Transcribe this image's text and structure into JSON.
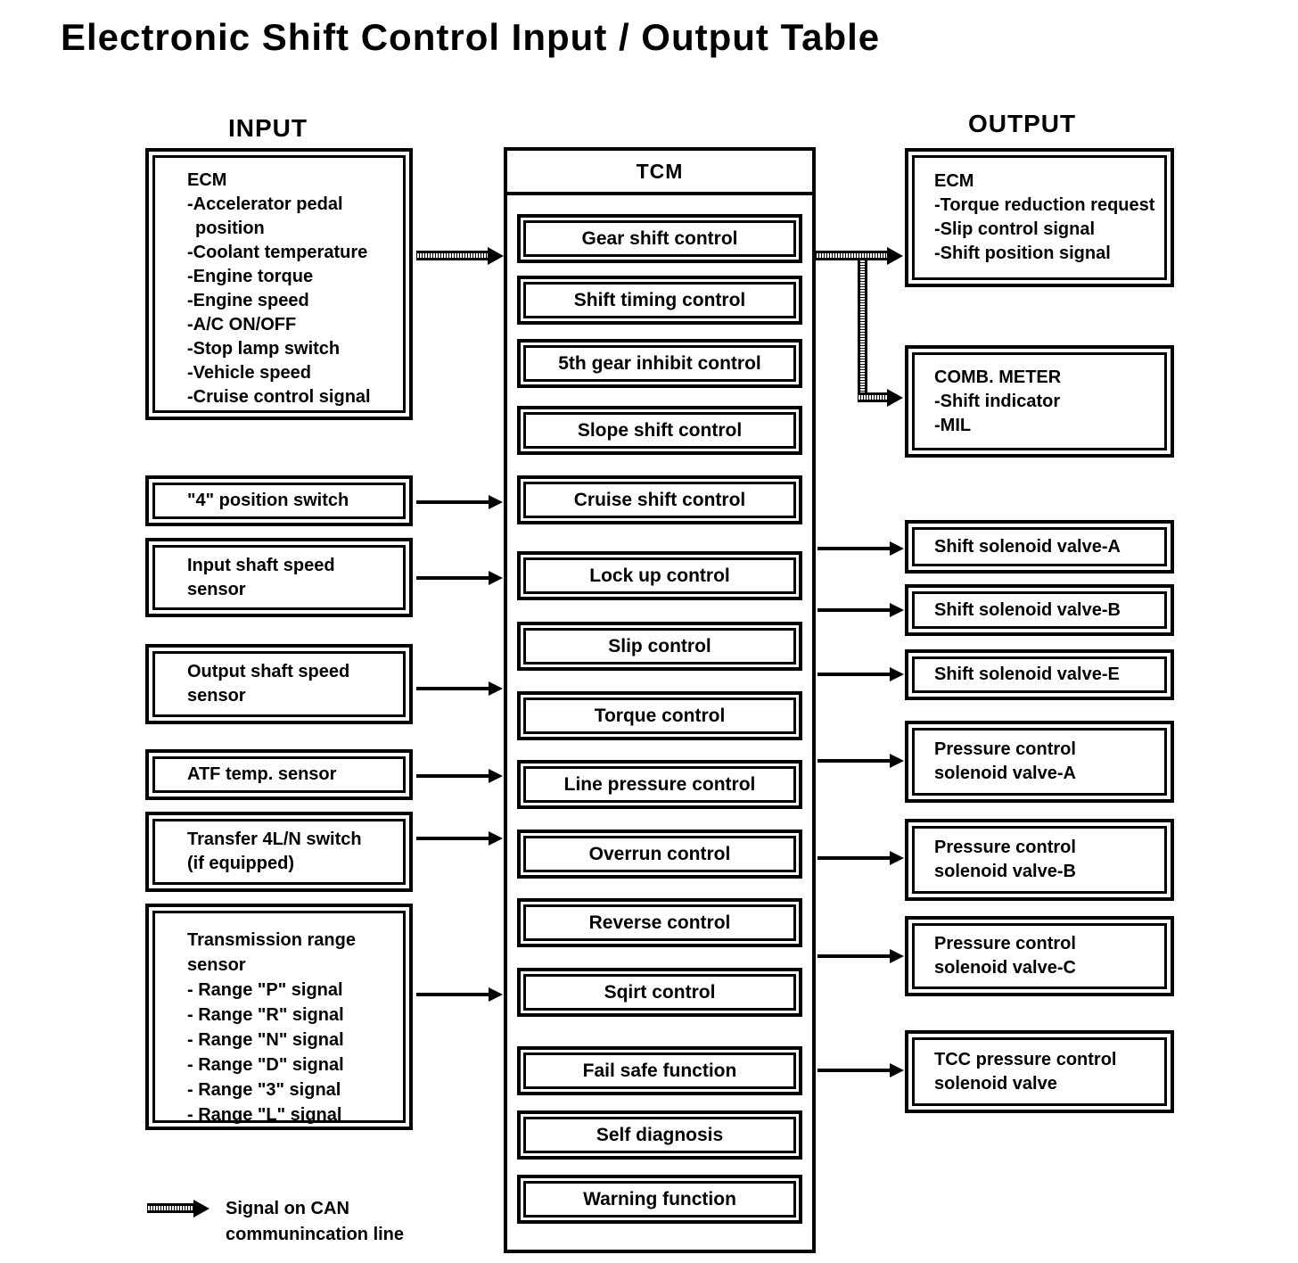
{
  "title": "Electronic Shift Control Input / Output Table",
  "labels": {
    "input": "INPUT",
    "output": "OUTPUT"
  },
  "input": {
    "ecm": {
      "title": "ECM",
      "items": [
        "-Accelerator pedal position",
        "-Coolant temperature",
        "-Engine torque",
        "-Engine speed",
        "-A/C ON/OFF",
        "-Stop lamp switch",
        "-Vehicle speed",
        "-Cruise control signal"
      ]
    },
    "boxes": [
      {
        "label": "\"4\" position switch"
      },
      {
        "label": "Input shaft speed sensor"
      },
      {
        "label": "Output shaft speed sensor"
      },
      {
        "label": "ATF temp. sensor"
      },
      {
        "label": "Transfer 4L/N switch (if equipped)"
      }
    ],
    "transmission_range_sensor": {
      "title": "Transmission range sensor",
      "items": [
        "- Range \"P\" signal",
        "- Range \"R\" signal",
        "- Range \"N\" signal",
        "- Range \"D\" signal",
        "- Range \"3\" signal",
        "- Range \"L\" signal"
      ]
    }
  },
  "tcm": {
    "title": "TCM",
    "functions": [
      "Gear shift control",
      "Shift timing control",
      "5th gear inhibit control",
      "Slope shift control",
      "Cruise shift control",
      "Lock up control",
      "Slip control",
      "Torque control",
      "Line pressure control",
      "Overrun control",
      "Reverse control",
      "Sqirt control",
      "Fail safe function",
      "Self diagnosis",
      "Warning function"
    ]
  },
  "output": {
    "ecm": {
      "title": "ECM",
      "items": [
        "-Torque reduction request",
        "-Slip control signal",
        "-Shift position signal"
      ]
    },
    "comb_meter": {
      "title": "COMB. METER",
      "items": [
        "-Shift indicator",
        "-MIL"
      ]
    },
    "boxes": [
      "Shift solenoid valve-A",
      "Shift solenoid valve-B",
      "Shift solenoid valve-E",
      "Pressure control solenoid valve-A",
      "Pressure control solenoid valve-B",
      "Pressure control solenoid valve-C",
      "TCC pressure control solenoid valve"
    ]
  },
  "legend": {
    "label": "Signal on CAN communincation line"
  },
  "colors": {
    "ink": "#000000",
    "paper": "#ffffff"
  }
}
